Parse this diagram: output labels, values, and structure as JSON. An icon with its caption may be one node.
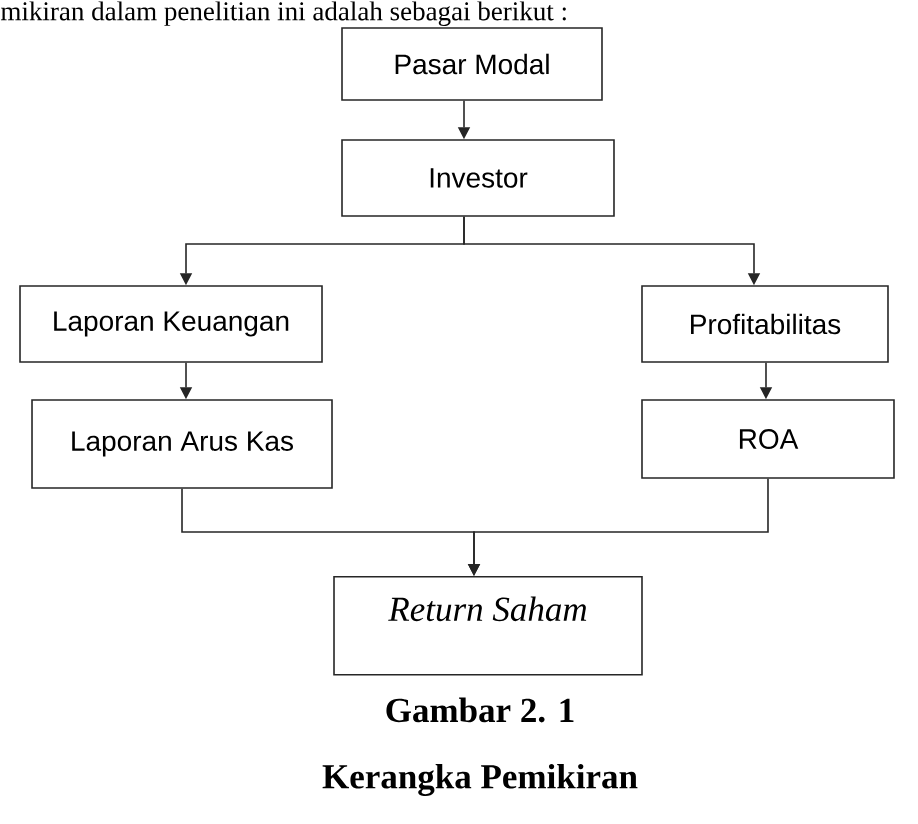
{
  "diagram": {
    "caption": "Gambar 2. 1",
    "nodes": [
      {
        "text": [
          "Pasar Modal"
        ]
      },
      {
        "text": [
          "Investor"
        ]
      },
      {
        "text": [
          "Laporan Keuangan"
        ]
      },
      {
        "text": [
          "Profitabilitas"
        ]
      },
      {
        "text": [
          "Laporan Arus Kas"
        ]
      },
      {
        "text": [
          "ROA"
        ]
      },
      {
        "text": [
          "Return Saham"
        ]
      }
    ],
    "edges": [
      {
        "from": 0,
        "to": 1,
        "arrow": "to"
      },
      {
        "from": 1,
        "to": 2,
        "arrow": "to"
      },
      {
        "from": 1,
        "to": 3,
        "arrow": "to"
      },
      {
        "from": 2,
        "to": 4,
        "arrow": "to"
      },
      {
        "from": 3,
        "to": 5,
        "arrow": "to"
      },
      {
        "from": 4,
        "to": 6,
        "arrow": "to"
      },
      {
        "from": 5,
        "to": 6,
        "arrow": "to"
      }
    ],
    "labels": [
      "mikiran dalam penelitian ini adalah sebagai berikut :",
      "Kerangka Pemikiran"
    ]
  }
}
